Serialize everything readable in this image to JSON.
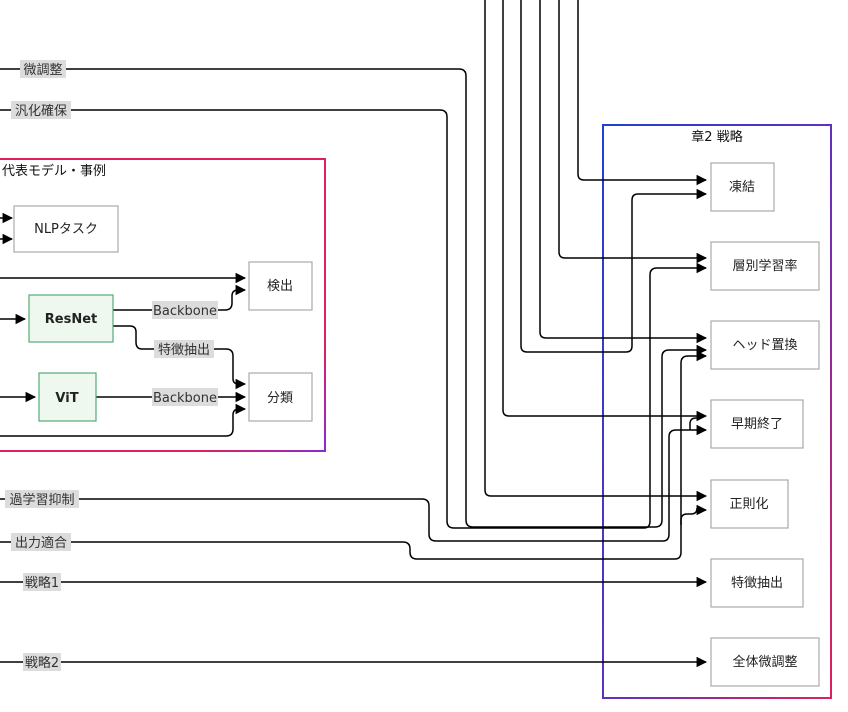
{
  "groups": {
    "left": {
      "title": "代表モデル・事例"
    },
    "right": {
      "title": "章2 戦略"
    }
  },
  "nodes": {
    "nlp": "NLPタスク",
    "detect": "検出",
    "resnet": "ResNet",
    "vit": "ViT",
    "classify": "分類",
    "freeze": "凍結",
    "layerwise_lr": "層別学習率",
    "head_swap": "ヘッド置換",
    "early_stop": "早期終了",
    "regularize": "正則化",
    "feat_extract": "特徴抽出",
    "full_ft": "全体微調整"
  },
  "edge_labels": {
    "fine_tune": "微調整",
    "generalize": "汎化確保",
    "resnet_backbone": "Backbone",
    "resnet_feat": "特徴抽出",
    "vit_backbone": "Backbone",
    "overfit": "過学習抑制",
    "output_fit": "出力適合",
    "strategy1": "戦略1",
    "strategy2": "戦略2"
  },
  "colors": {
    "group_border_left": "#e0205a",
    "group_border_right": "#e0205a",
    "group_border_right_alt": "#2040d0",
    "model_fill": "#eef8ee",
    "model_border": "#55aa77",
    "edge": "#000000"
  }
}
